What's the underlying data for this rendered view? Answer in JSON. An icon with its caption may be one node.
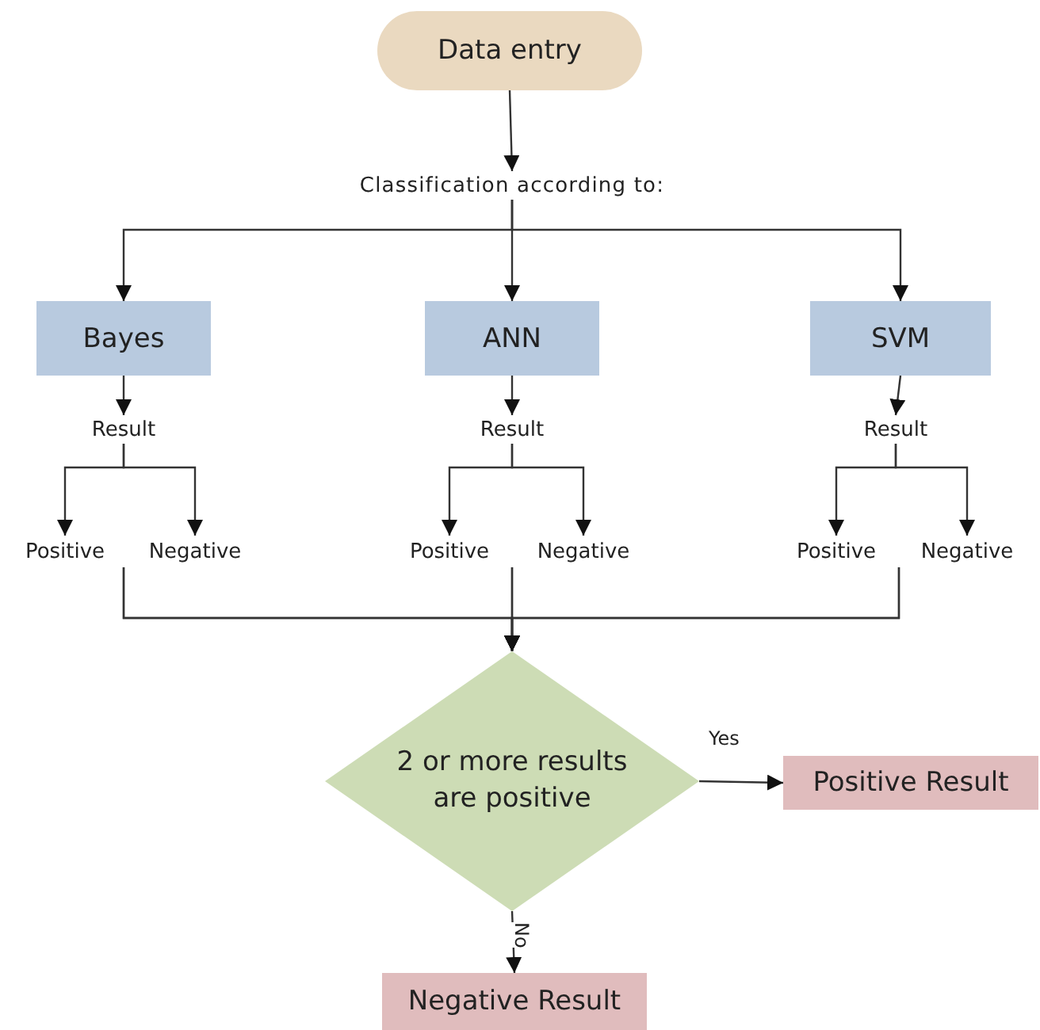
{
  "diagram": {
    "nodes": [
      {
        "text": [
          "Data entry"
        ]
      },
      {
        "text": [
          "Classification according to:"
        ]
      },
      {
        "text": [
          "Bayes"
        ]
      },
      {
        "text": [
          "ANN"
        ]
      },
      {
        "text": [
          "SVM"
        ]
      },
      {
        "text": [
          "Result"
        ]
      },
      {
        "text": [
          "Positive"
        ]
      },
      {
        "text": [
          "Negative"
        ]
      },
      {
        "text": [
          "Result"
        ]
      },
      {
        "text": [
          "Positive"
        ]
      },
      {
        "text": [
          "Negative"
        ]
      },
      {
        "text": [
          "Result"
        ]
      },
      {
        "text": [
          "Positive"
        ]
      },
      {
        "text": [
          "Negative"
        ]
      },
      {
        "text": [
          "2 or more results are positive"
        ]
      },
      {
        "text": [
          "Positive Result"
        ]
      },
      {
        "text": [
          "Negative Result"
        ]
      }
    ],
    "edges": [
      {
        "from": 0,
        "to": 1,
        "arrow": "to"
      },
      {
        "from": 1,
        "to": 2,
        "arrow": "to"
      },
      {
        "from": 1,
        "to": 3,
        "arrow": "to"
      },
      {
        "from": 1,
        "to": 4,
        "arrow": "to"
      },
      {
        "from": 2,
        "to": 5,
        "arrow": "to"
      },
      {
        "from": 5,
        "to": 6,
        "arrow": "to"
      },
      {
        "from": 5,
        "to": 7,
        "arrow": "to"
      },
      {
        "from": 3,
        "to": 8,
        "arrow": "to"
      },
      {
        "from": 8,
        "to": 9,
        "arrow": "to"
      },
      {
        "from": 8,
        "to": 10,
        "arrow": "to"
      },
      {
        "from": 4,
        "to": 11,
        "arrow": "to"
      },
      {
        "from": 11,
        "to": 12,
        "arrow": "to"
      },
      {
        "from": 11,
        "to": 13,
        "arrow": "to"
      },
      {
        "from": 6,
        "to": 14,
        "arrow": "to"
      },
      {
        "from": 7,
        "to": 14,
        "arrow": "to"
      },
      {
        "from": 9,
        "to": 14,
        "arrow": "to"
      },
      {
        "from": 10,
        "to": 14,
        "arrow": "to"
      },
      {
        "from": 12,
        "to": 14,
        "arrow": "to"
      },
      {
        "from": 13,
        "to": 14,
        "arrow": "to"
      },
      {
        "from": 14,
        "to": 15,
        "label": "Yes",
        "arrow": "to"
      },
      {
        "from": 14,
        "to": 16,
        "label": "No",
        "arrow": "to"
      }
    ]
  }
}
